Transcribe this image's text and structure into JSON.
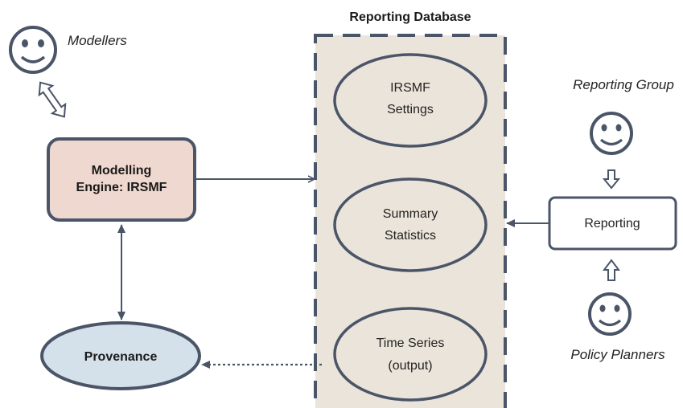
{
  "database": {
    "title": "Reporting Database"
  },
  "ellipses": {
    "settings": {
      "line1": "IRSMF",
      "line2": "Settings"
    },
    "summary": {
      "line1": "Summary",
      "line2": "Statistics"
    },
    "timeseries": {
      "line1": "Time Series",
      "line2": "(output)"
    }
  },
  "engine": {
    "line1": "Modelling",
    "line2": "Engine: IRSMF"
  },
  "provenance": {
    "label": "Provenance"
  },
  "reporting": {
    "label": "Reporting"
  },
  "actors": {
    "modellers": "Modellers",
    "reporting_group": "Reporting Group",
    "policy_planners": "Policy Planners"
  },
  "icons": {
    "modellers": "smiley-face-icon",
    "reporting_group": "smiley-face-icon",
    "policy_planners": "smiley-face-icon"
  },
  "colors": {
    "database_fill": "#ebe4da",
    "engine_fill": "#efd8cf",
    "provenance_fill": "#d5e1ea",
    "stroke": "#4b5568"
  }
}
